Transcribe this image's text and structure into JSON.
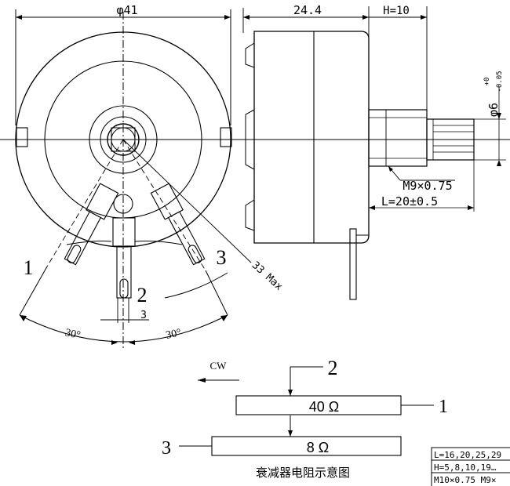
{
  "front_view": {
    "diameter_label": "φ41",
    "dim_3": "3",
    "angle_left": "30°",
    "angle_right": "30°",
    "angle_max": "33 Max",
    "terminal_1": "1",
    "terminal_2": "2",
    "terminal_3": "3"
  },
  "side_view": {
    "body_length": "24.4",
    "height_label": "H=10",
    "shaft_diameter": "φ6",
    "tol_upper": "+0",
    "tol_lower": "-0.05",
    "thread": "M9×0.75",
    "shaft_length": "L=20±0.5"
  },
  "schematic": {
    "direction": "CW",
    "wiper_label": "2",
    "upper_value": "40 Ω",
    "upper_terminal": "1",
    "lower_value": "8 Ω",
    "lower_terminal": "3",
    "caption": "衰减器电阻示意图"
  },
  "spec_table": {
    "rows": [
      "L=16,20,25,29",
      "H=5,8,10,19…",
      "M10×0.75 M9×"
    ]
  }
}
